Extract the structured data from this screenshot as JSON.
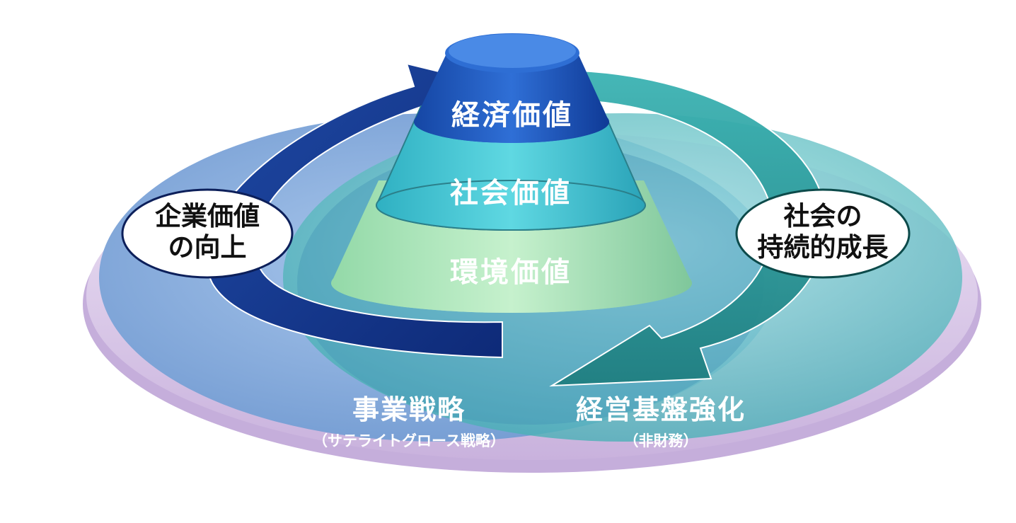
{
  "pyramid": {
    "top": "経済価値",
    "middle": "社会価値",
    "bottom": "環境価値"
  },
  "bubbles": {
    "left": {
      "line1": "企業価値",
      "line2": "の向上"
    },
    "right": {
      "line1": "社会の",
      "line2": "持続的成長"
    }
  },
  "foundations": {
    "left": {
      "title": "事業戦略",
      "subtitle": "（サテライトグロース戦略）"
    },
    "right": {
      "title": "経営基盤強化",
      "subtitle": "（非財務）"
    }
  },
  "colors": {
    "disk_rim": "#d7c6e4",
    "left_circle": "#7fa6d8",
    "right_circle": "#5fc2c8",
    "left_arrow": "#1d3f94",
    "right_arrow": "#2f8f8f",
    "tier_top": "#1e56b8",
    "tier_middle": "#39c1cf",
    "tier_bottom": "#a9e6b4"
  }
}
